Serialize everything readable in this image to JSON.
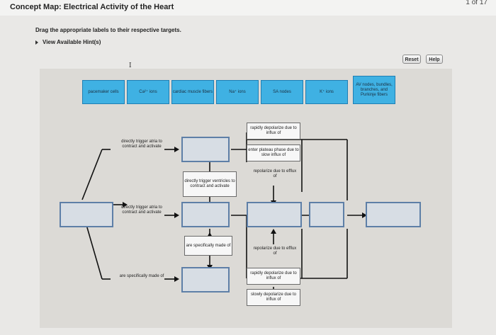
{
  "header": {
    "title": "Concept Map: Electrical Activity of the Heart",
    "page_indicator": "1 of 17"
  },
  "instruction": "Drag the appropriate labels to their respective targets.",
  "hints_link": "View Available Hint(s)",
  "buttons": {
    "reset": "Reset",
    "help": "Help"
  },
  "labels": [
    "pacemaker cells",
    "Ca²⁺ ions",
    "cardiac muscle fibers",
    "Na⁺ ions",
    "SA nodes",
    "K⁺ ions",
    "AV nodes, bundles, branches, and Purkinje fibers"
  ],
  "map_text": {
    "directly_trigger_atria_1": "directly trigger atria to contract and activate",
    "directly_trigger_atria_2": "directly trigger atria to contract and activate",
    "are_specifically_made_of_left": "are specifically made of",
    "directly_trigger_ventricles": "directly trigger ventricles to contract and activate",
    "are_specifically_made_of_mid": "are specifically made of",
    "rapidly_depolarize_top": "rapidly depolarize due to influx of",
    "enter_plateau_phase": "enter plateau phase due to slow influx of",
    "repolarize_top": "repolarize due to efflux of",
    "repolarize_bottom": "repolarize due to efflux of",
    "rapidly_depolarize_bottom": "rapidly depolarize due to influx of",
    "slowly_depolarize": "slowly depolarize due to influx of"
  },
  "colors": {
    "label_bg": "#3fb1e3",
    "drop_border": "#5e7fa7",
    "drop_bg": "#d7dde4"
  }
}
